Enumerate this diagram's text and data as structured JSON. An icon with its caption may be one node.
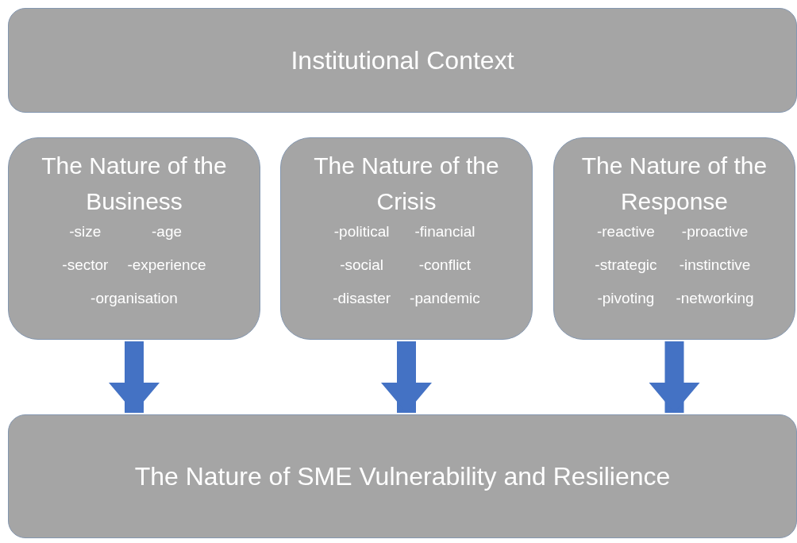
{
  "diagram": {
    "nodes": [
      {
        "text": [
          "Institutional Context"
        ]
      },
      {
        "text": [
          "The Nature of the Business",
          "-size",
          "-age",
          "-sector",
          "-experience",
          "-organisation"
        ]
      },
      {
        "text": [
          "The Nature of the Crisis",
          "-political",
          "-financial",
          "-social",
          "-conflict",
          "-disaster",
          "-pandemic"
        ]
      },
      {
        "text": [
          "The Nature of the Response",
          "-reactive",
          "-proactive",
          "-strategic",
          "-instinctive",
          "-pivoting",
          "-networking"
        ]
      },
      {
        "text": [
          "The Nature of SME Vulnerability and Resilience"
        ]
      }
    ],
    "edges": [
      {
        "from": 1,
        "to": 4,
        "arrow": "to"
      },
      {
        "from": 2,
        "to": 4,
        "arrow": "to"
      },
      {
        "from": 3,
        "to": 4,
        "arrow": "to"
      }
    ]
  }
}
